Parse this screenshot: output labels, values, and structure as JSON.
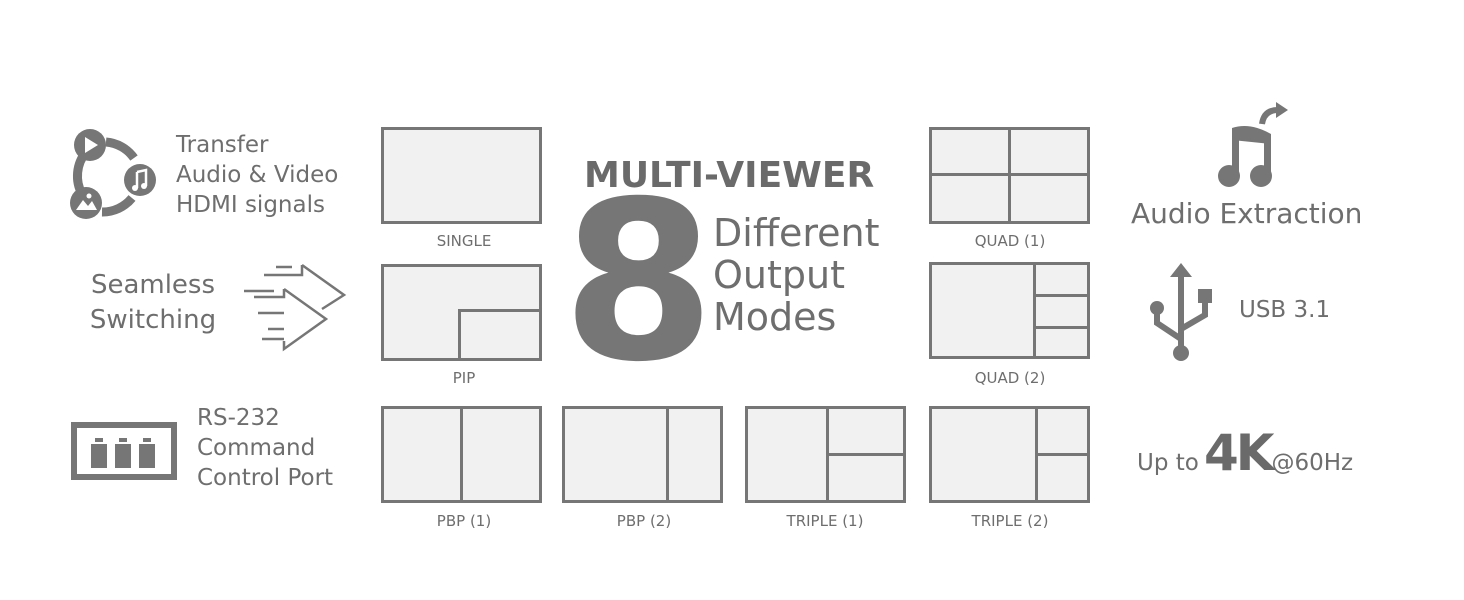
{
  "features_left": [
    {
      "icon": "media-transfer-icon",
      "lines": [
        "Transfer",
        "Audio & Video",
        "HDMI signals"
      ]
    },
    {
      "icon": "fast-arrows-icon",
      "lines": [
        "Seamless",
        "Switching"
      ]
    },
    {
      "icon": "serial-port-icon",
      "lines": [
        "RS-232",
        "Command",
        "Control Port"
      ]
    }
  ],
  "center": {
    "heading": "MULTI-VIEWER",
    "number": "8",
    "lines": [
      "Different",
      "Output",
      "Modes"
    ]
  },
  "modes": [
    "SINGLE",
    "PIP",
    "QUAD (1)",
    "QUAD (2)",
    "PBP (1)",
    "PBP (2)",
    "TRIPLE (1)",
    "TRIPLE (2)"
  ],
  "features_right": {
    "audio": "Audio Extraction",
    "usb": "USB 3.1",
    "res_prefix": "Up to",
    "res_big": "4K",
    "res_suffix": "@60Hz"
  },
  "colors": {
    "icon": "#767676",
    "fill": "#f1f1f1"
  }
}
